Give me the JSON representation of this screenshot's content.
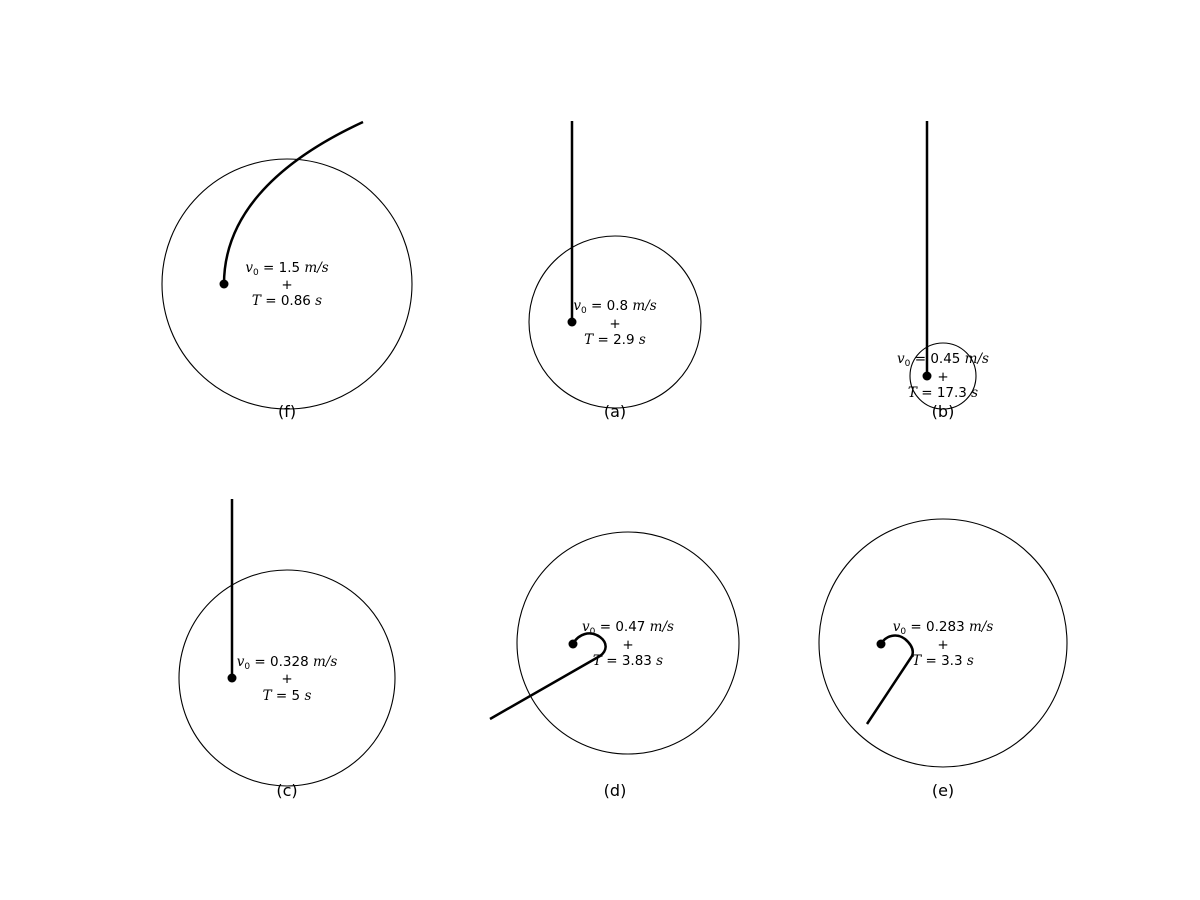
{
  "panels": [
    {
      "id": "f",
      "caption": "(f)",
      "v0": "1.5",
      "T": "0.86",
      "unit_v": "m/s",
      "unit_T": "s",
      "plus": "+"
    },
    {
      "id": "a",
      "caption": "(a)",
      "v0": "0.8",
      "T": "2.9",
      "unit_v": "m/s",
      "unit_T": "s",
      "plus": "+"
    },
    {
      "id": "b",
      "caption": "(b)",
      "v0": "0.45",
      "T": "17.3",
      "unit_v": "m/s",
      "unit_T": "s",
      "plus": "+"
    },
    {
      "id": "c",
      "caption": "(c)",
      "v0": "0.328",
      "T": "5",
      "unit_v": "m/s",
      "unit_T": "s",
      "plus": "+"
    },
    {
      "id": "d",
      "caption": "(d)",
      "v0": "0.47",
      "T": "3.83",
      "unit_v": "m/s",
      "unit_T": "s",
      "plus": "+"
    },
    {
      "id": "e",
      "caption": "(e)",
      "v0": "0.283",
      "T": "3.3",
      "unit_v": "m/s",
      "unit_T": "s",
      "plus": "+"
    }
  ],
  "colors": {
    "stroke": "#000000",
    "background": "#ffffff"
  }
}
